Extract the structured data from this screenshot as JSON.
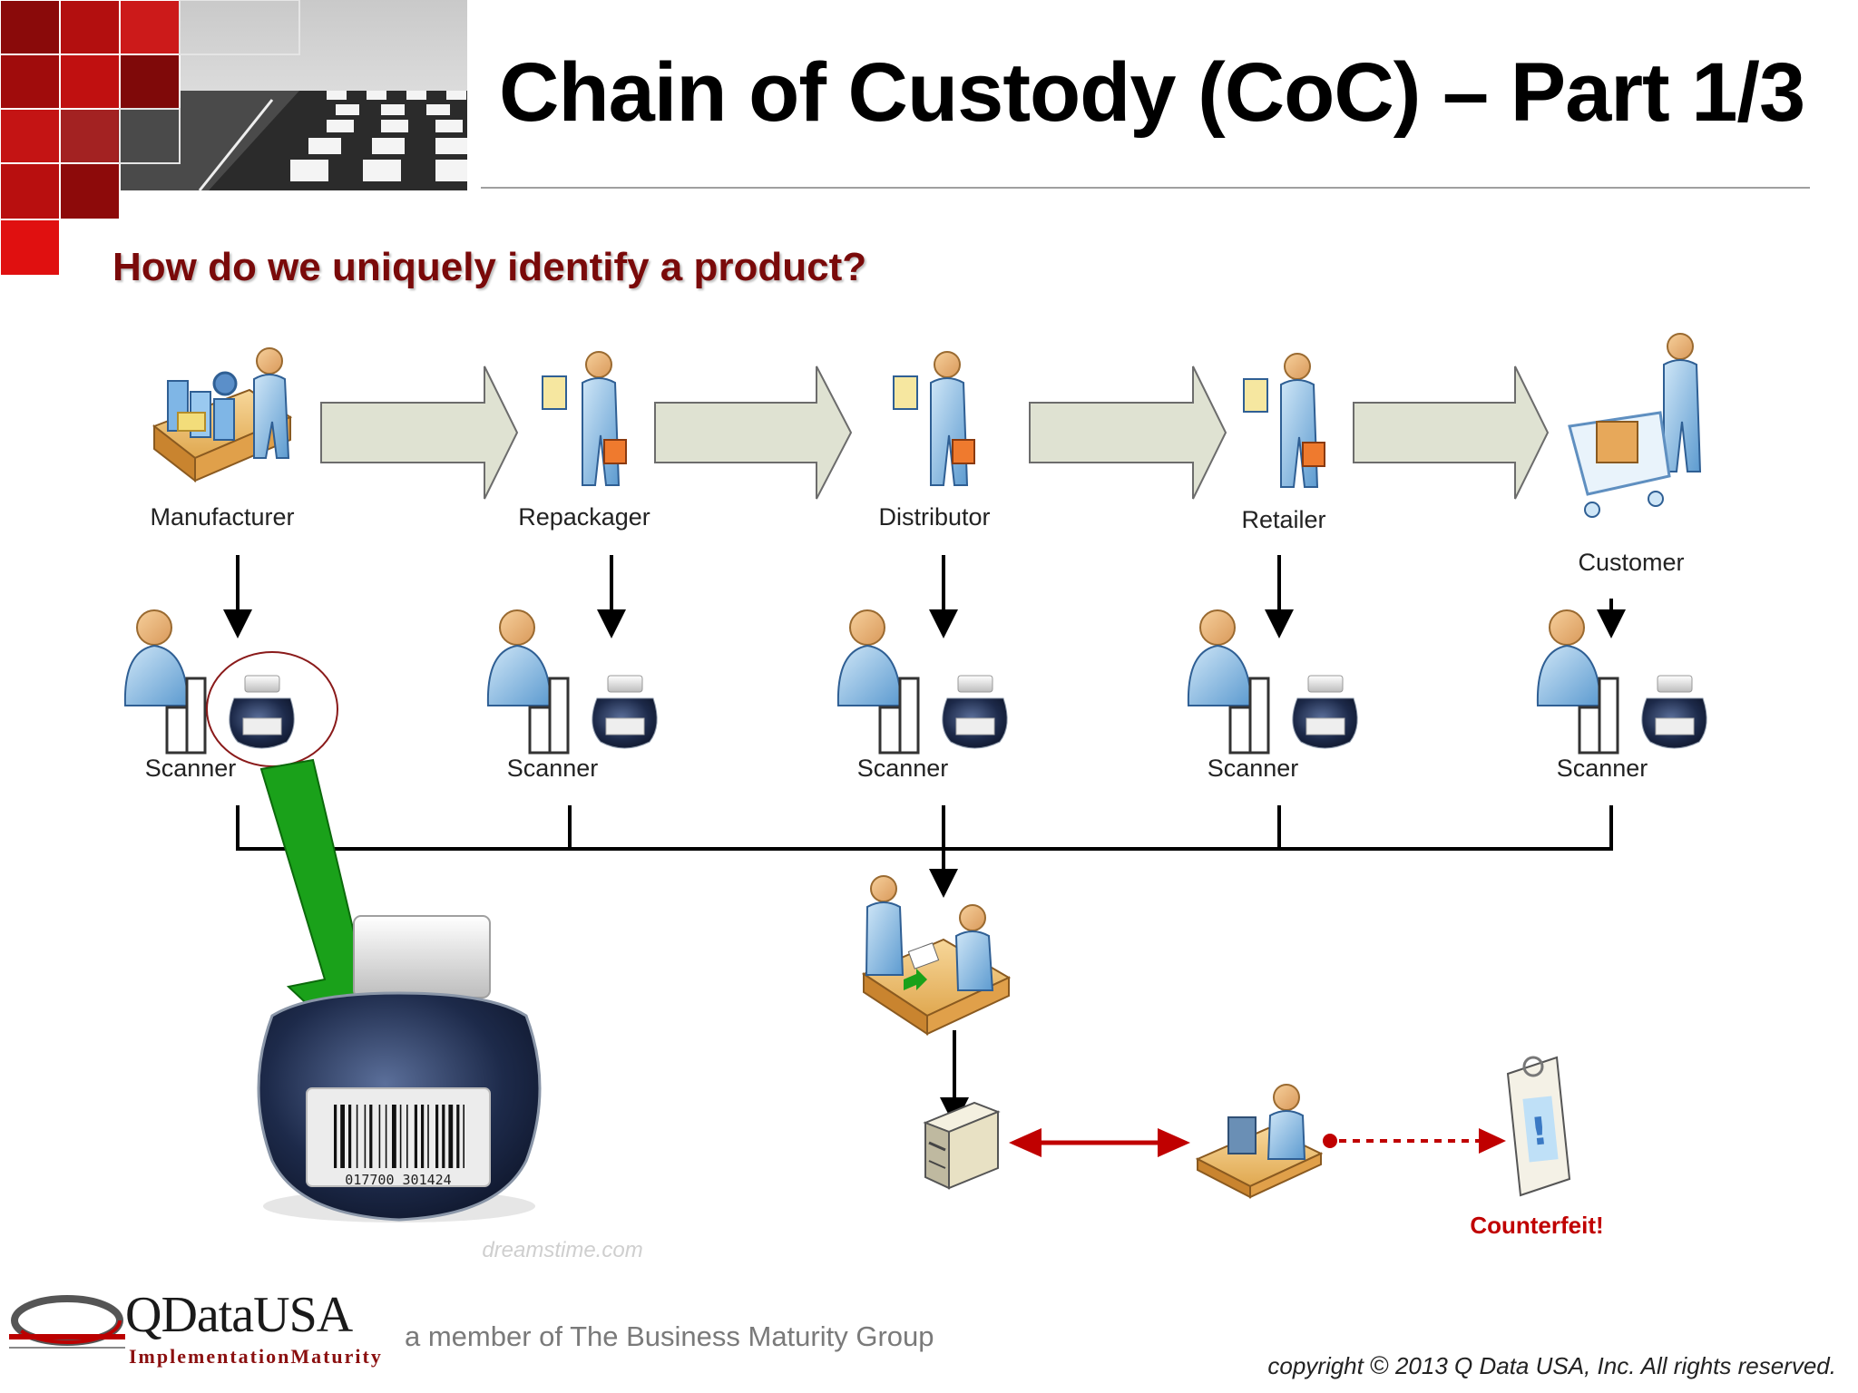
{
  "slide": {
    "title": "Chain of Custody (CoC) – Part 1/3",
    "question": "How do we uniquely identify a product?"
  },
  "flow": {
    "roles": [
      {
        "label": "Manufacturer",
        "icon": "factory-worker-icon"
      },
      {
        "label": "Repackager",
        "icon": "worker-with-briefcase-icon"
      },
      {
        "label": "Distributor",
        "icon": "worker-with-briefcase-icon"
      },
      {
        "label": "Retailer",
        "icon": "worker-with-briefcase-icon"
      },
      {
        "label": "Customer",
        "icon": "shopping-cart-person-icon"
      }
    ],
    "scanners": [
      "Scanner",
      "Scanner",
      "Scanner",
      "Scanner",
      "Scanner"
    ]
  },
  "product": {
    "barcode_number": "017700 301424",
    "watermark": "dreamstime.com"
  },
  "alert": {
    "label": "Counterfeit!"
  },
  "colors": {
    "title_accent": "#7a0a0a",
    "arrow_fill": "#dfe2d2",
    "green_arrow": "#1aa11a",
    "alert_red": "#c00000"
  },
  "footer": {
    "logo_name": "QDataUSA",
    "logo_tagline": "ImplementationMaturity",
    "member_text": "a member of The Business Maturity Group",
    "copyright_pre": "copyright ",
    "copyright_symbol": "©",
    "copyright_post": " 2013 Q Data USA, Inc. All rights reserved."
  }
}
